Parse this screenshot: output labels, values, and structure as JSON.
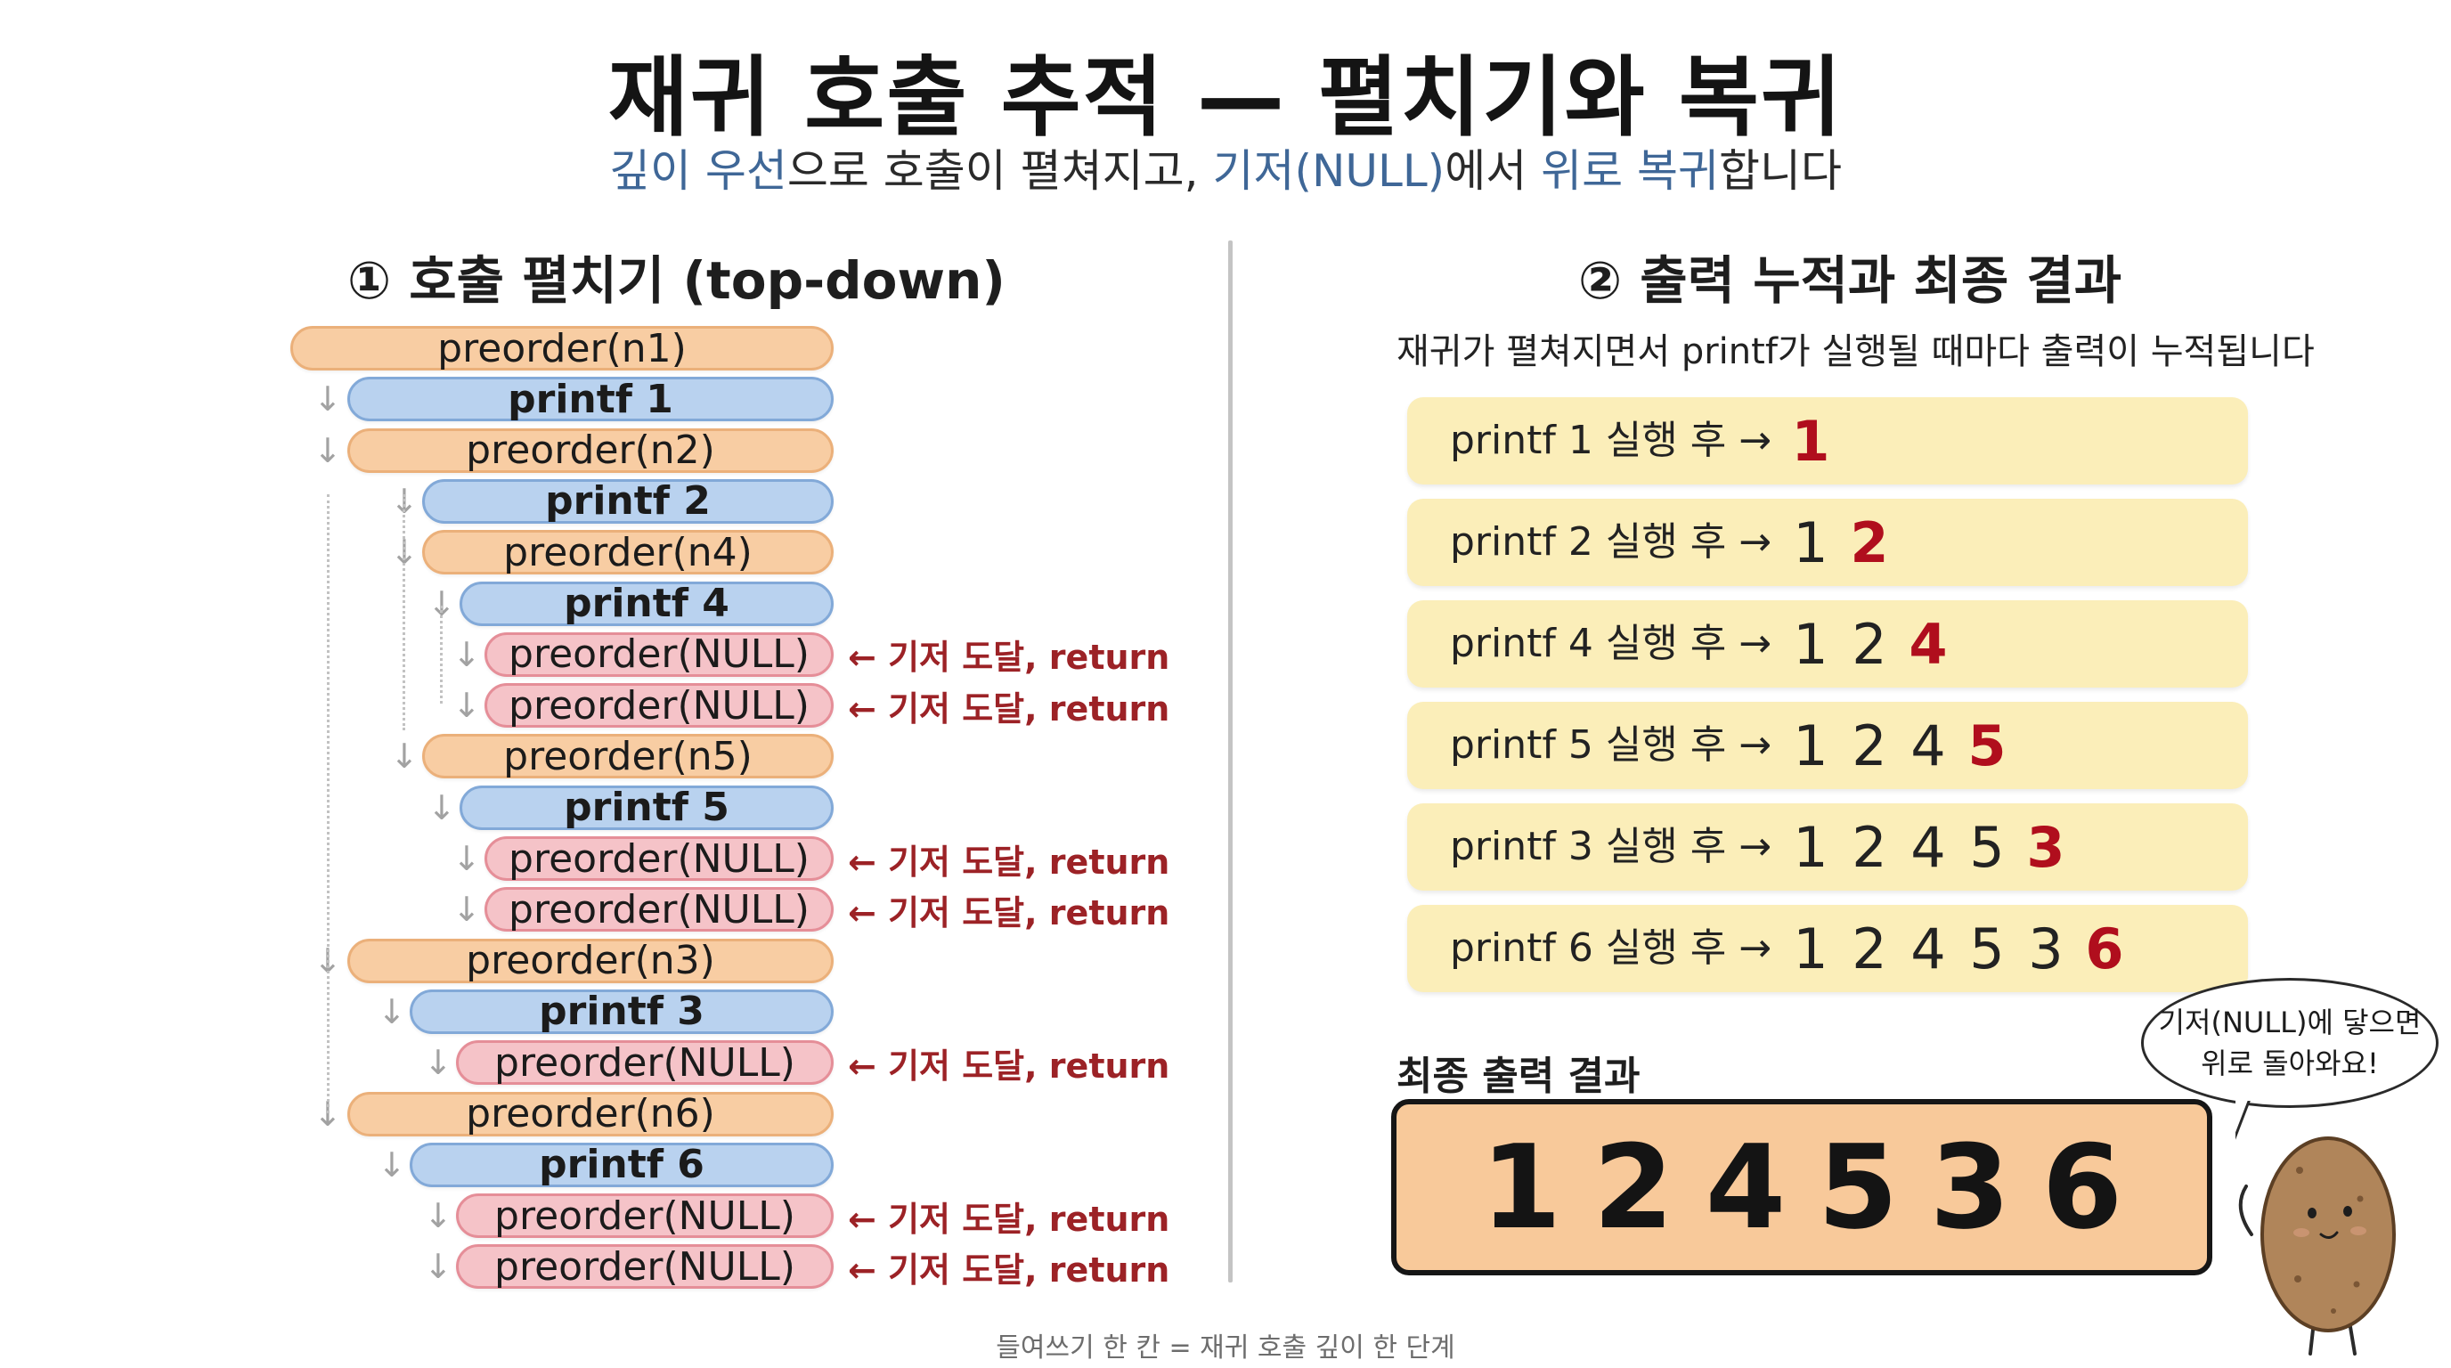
{
  "title": "재귀 호출 추적 — 펼치기와 복귀",
  "subtitle": {
    "part1": "깊이 우선",
    "part2": "으로 호출이 펼쳐지고, ",
    "part3": "기저(NULL)",
    "part4": "에서 ",
    "part5": "위로 복귀",
    "part6": "합니다"
  },
  "left_section_title": "① 호출 펼치기 (top-down)",
  "right_section_title": "② 출력 누적과 최종 결과",
  "base_note": "← 기저 도달, return",
  "call_tree": [
    {
      "label": "preorder(n1)",
      "kind": "call",
      "level": 0
    },
    {
      "label": "printf 1",
      "kind": "print",
      "level": 1
    },
    {
      "label": "preorder(n2)",
      "kind": "call",
      "level": 1
    },
    {
      "label": "printf 2",
      "kind": "print",
      "level": 2
    },
    {
      "label": "preorder(n4)",
      "kind": "call",
      "level": 2
    },
    {
      "label": "printf 4",
      "kind": "print",
      "level": 3
    },
    {
      "label": "preorder(NULL)",
      "kind": "base",
      "level": 4
    },
    {
      "label": "preorder(NULL)",
      "kind": "base",
      "level": 4
    },
    {
      "label": "preorder(n5)",
      "kind": "call",
      "level": 2
    },
    {
      "label": "printf 5",
      "kind": "print",
      "level": 3
    },
    {
      "label": "preorder(NULL)",
      "kind": "base",
      "level": 4
    },
    {
      "label": "preorder(NULL)",
      "kind": "base",
      "level": 4
    },
    {
      "label": "preorder(n3)",
      "kind": "call",
      "level": 1
    },
    {
      "label": "printf 3",
      "kind": "print",
      "level": 2
    },
    {
      "label": "preorder(NULL)",
      "kind": "base",
      "level": 3
    },
    {
      "label": "preorder(n6)",
      "kind": "call",
      "level": 1
    },
    {
      "label": "printf 6",
      "kind": "print",
      "level": 2
    },
    {
      "label": "preorder(NULL)",
      "kind": "base",
      "level": 3
    },
    {
      "label": "preorder(NULL)",
      "kind": "base",
      "level": 3
    }
  ],
  "right_description": "재귀가 펼쳐지면서 printf가 실행될 때마다 출력이 누적됩니다",
  "output_steps": [
    {
      "label": "printf 1 실행 후 →",
      "output": [
        "1"
      ]
    },
    {
      "label": "printf 2 실행 후 →",
      "output": [
        "1",
        "2"
      ]
    },
    {
      "label": "printf 4 실행 후 →",
      "output": [
        "1",
        "2",
        "4"
      ]
    },
    {
      "label": "printf 5 실행 후 →",
      "output": [
        "1",
        "2",
        "4",
        "5"
      ]
    },
    {
      "label": "printf 3 실행 후 →",
      "output": [
        "1",
        "2",
        "4",
        "5",
        "3"
      ]
    },
    {
      "label": "printf 6 실행 후 →",
      "output": [
        "1",
        "2",
        "4",
        "5",
        "3",
        "6"
      ]
    }
  ],
  "final_label": "최종 출력 결과",
  "final_output": [
    "1",
    "2",
    "4",
    "5",
    "3",
    "6"
  ],
  "speech_bubble": {
    "line1": "기저(NULL)에 닿으면",
    "line2": "위로 돌아와요!"
  },
  "footer": "들여쓰기 한 칸 = 재귀 호출 깊이 한 단계",
  "colors": {
    "call_fill": "#f8cda3",
    "print_fill": "#b9d2ef",
    "base_fill": "#f5c3c8",
    "note_red": "#9c2226",
    "highlight_blue": "#3f6797",
    "step_fill": "#fbeeb9",
    "final_fill": "#f8c99a",
    "new_digit_red": "#b00e1d"
  },
  "icons": [
    "down-arrow-icon",
    "left-arrow-icon",
    "potato-mascot-icon"
  ]
}
